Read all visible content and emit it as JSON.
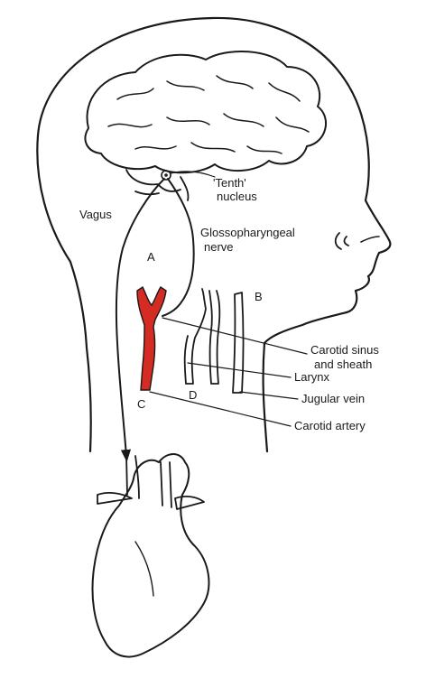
{
  "labels": {
    "tenth_nucleus": [
      "'Tenth'",
      "nucleus"
    ],
    "vagus": "Vagus",
    "glossopharyngeal": [
      "Glossopharyngeal",
      "nerve"
    ],
    "letter_a": "A",
    "letter_b": "B",
    "letter_c": "C",
    "letter_d": "D",
    "carotid_sinus": [
      "Carotid sinus",
      "and sheath"
    ],
    "larynx": "Larynx",
    "jugular_vein": "Jugular vein",
    "carotid_artery": "Carotid artery"
  },
  "colors": {
    "ink": "#1a1a1a",
    "carotid_red": "#d42b22",
    "background": "#ffffff"
  }
}
